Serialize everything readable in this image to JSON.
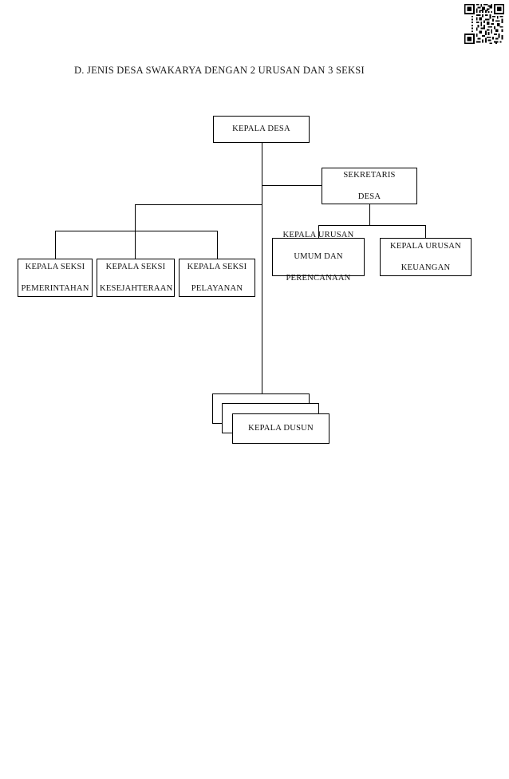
{
  "page": {
    "title": "D. JENIS DESA SWAKARYA DENGAN 2 URUSAN DAN 3 SEKSI",
    "background_color": "#ffffff",
    "line_color": "#000000",
    "text_color": "#111111"
  },
  "qr": {
    "name": "qr-code",
    "description": "QR code"
  },
  "chart_data": {
    "type": "diagram",
    "title": "D. JENIS DESA SWAKARYA DENGAN 2 URUSAN DAN 3 SEKSI",
    "nodes": [
      {
        "id": "kepala_desa",
        "label": "KEPALA DESA",
        "lines": [
          "KEPALA DESA"
        ]
      },
      {
        "id": "sekretaris_desa",
        "label": "SEKRETARIS DESA",
        "lines": [
          "SEKRETARIS",
          "DESA"
        ]
      },
      {
        "id": "urusan_umum",
        "label": "KEPALA URUSAN UMUM DAN PERENCANAAN",
        "lines": [
          "KEPALA URUSAN",
          "UMUM DAN",
          "PERENCANAAN"
        ]
      },
      {
        "id": "urusan_keuangan",
        "label": "KEPALA URUSAN KEUANGAN",
        "lines": [
          "KEPALA URUSAN",
          "KEUANGAN"
        ]
      },
      {
        "id": "seksi_pemerintahan",
        "label": "KEPALA SEKSI PEMERINTAHAN",
        "lines": [
          "KEPALA SEKSI",
          "PEMERINTAHAN"
        ]
      },
      {
        "id": "seksi_kesejahteraan",
        "label": "KEPALA SEKSI KESEJAHTERAAN",
        "lines": [
          "KEPALA SEKSI",
          "KESEJAHTERAAN"
        ]
      },
      {
        "id": "seksi_pelayanan",
        "label": "KEPALA SEKSI PELAYANAN",
        "lines": [
          "KEPALA SEKSI",
          "PELAYANAN"
        ]
      },
      {
        "id": "kepala_dusun",
        "label": "KEPALA DUSUN",
        "lines": [
          "KEPALA DUSUN"
        ],
        "stacked": 3
      }
    ],
    "edges": [
      {
        "from": "kepala_desa",
        "to": "sekretaris_desa"
      },
      {
        "from": "kepala_desa",
        "to": "seksi_pemerintahan"
      },
      {
        "from": "kepala_desa",
        "to": "seksi_kesejahteraan"
      },
      {
        "from": "kepala_desa",
        "to": "seksi_pelayanan"
      },
      {
        "from": "kepala_desa",
        "to": "kepala_dusun"
      },
      {
        "from": "sekretaris_desa",
        "to": "urusan_umum"
      },
      {
        "from": "sekretaris_desa",
        "to": "urusan_keuangan"
      }
    ]
  },
  "nodes": {
    "kepala_desa": {
      "line1": "KEPALA DESA"
    },
    "sekretaris_desa": {
      "line1": "SEKRETARIS",
      "line2": "DESA"
    },
    "urusan_umum": {
      "line1": "KEPALA URUSAN",
      "line2": "UMUM DAN",
      "line3": "PERENCANAAN"
    },
    "urusan_keuangan": {
      "line1": "KEPALA URUSAN",
      "line2": "KEUANGAN"
    },
    "seksi_pemerintahan": {
      "line1": "KEPALA SEKSI",
      "line2": "PEMERINTAHAN"
    },
    "seksi_kesejahteraan": {
      "line1": "KEPALA SEKSI",
      "line2": "KESEJAHTERAAN"
    },
    "seksi_pelayanan": {
      "line1": "KEPALA SEKSI",
      "line2": "PELAYANAN"
    },
    "kepala_dusun": {
      "line1": "KEPALA DUSUN"
    }
  }
}
